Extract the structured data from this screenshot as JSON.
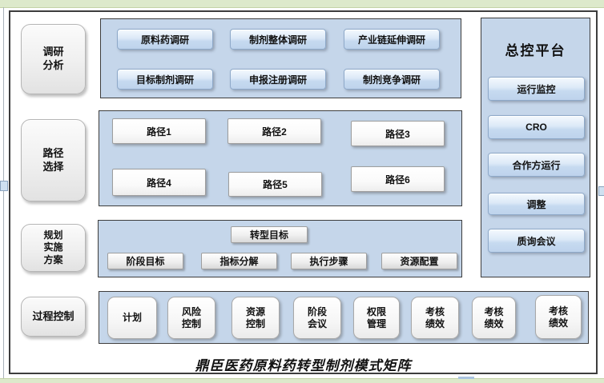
{
  "diagram_title": "鼎臣医药原料药转型制剂模式矩阵",
  "stages": [
    "调研\n分析",
    "路径\n选择",
    "规划\n实施\n方案",
    "过程控制"
  ],
  "survey": {
    "buttons": [
      "原料药调研",
      "制剂整体调研",
      "产业链延伸调研",
      "目标制剂调研",
      "申报注册调研",
      "制剂竞争调研"
    ]
  },
  "paths": {
    "buttons": [
      "路径1",
      "路径2",
      "路径3",
      "路径4",
      "路径5",
      "路径6"
    ]
  },
  "plan": {
    "target": "转型目标",
    "steps": [
      "阶段目标",
      "指标分解",
      "执行步骤",
      "资源配置"
    ]
  },
  "process": {
    "boxes": [
      "计划",
      "风险\n控制",
      "资源\n控制",
      "阶段\n会议",
      "权限\n管理",
      "考核\n绩效",
      "考核\n绩效",
      "考核\n绩效"
    ]
  },
  "control": {
    "title": "总控平台",
    "buttons": [
      "运行监控",
      "CRO",
      "合作方运行",
      "调整",
      "质询会议"
    ]
  },
  "colors": {
    "panel_bg": "#c5d6ea",
    "button_blue": "#bed3ec",
    "frame_border": "#3d3d3d",
    "sheet_margin": "#dde9cb"
  }
}
